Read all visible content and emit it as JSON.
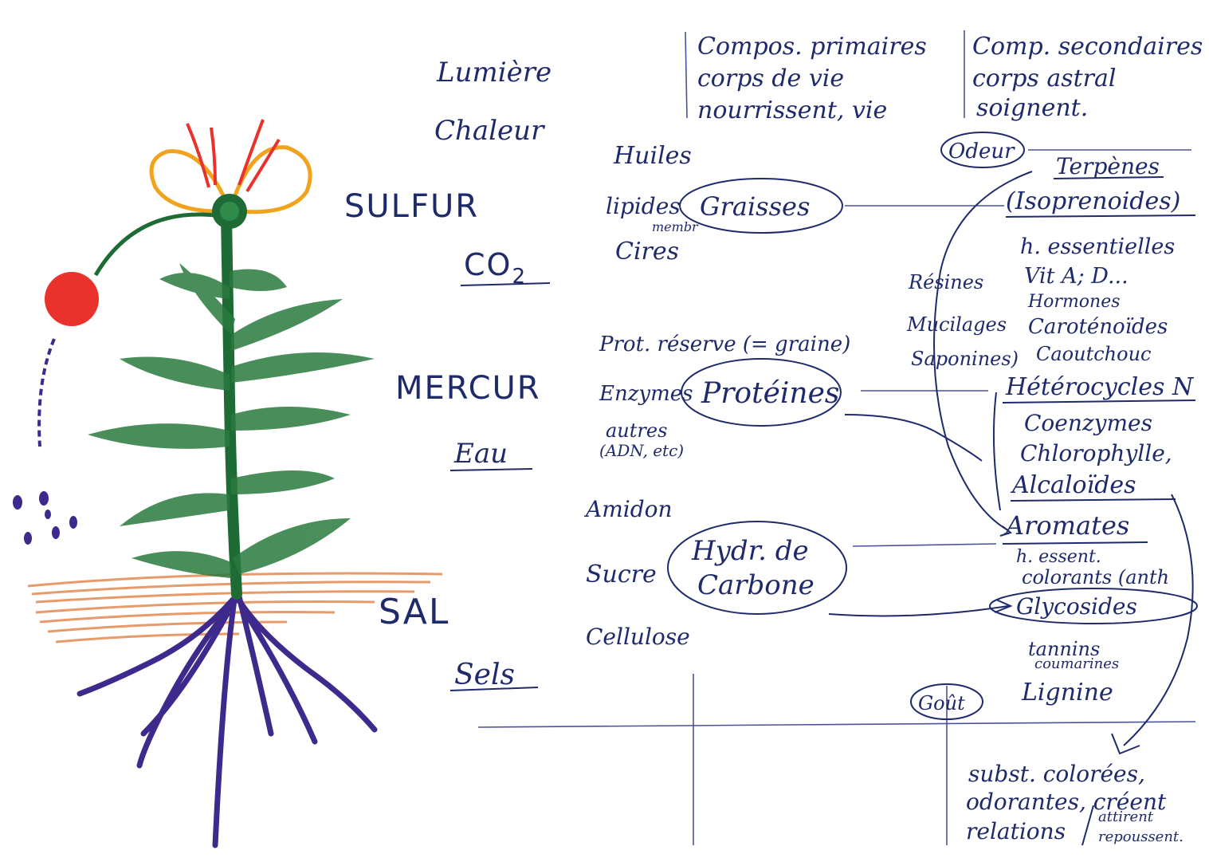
{
  "plant_labels": {
    "lumiere": "Lumière",
    "chaleur": "Chaleur",
    "sulfur": "SULFUR",
    "co2": "CO",
    "co2_sub": "2",
    "mercur": "MERCUR",
    "eau": "Eau",
    "sal": "SAL",
    "sels": "Sels"
  },
  "header": {
    "primaires": [
      "Compos. primaires",
      "corps de vie",
      "nourrissent, vie"
    ],
    "secondaires": [
      "Comp. secondaires",
      "corps astral",
      "soignent."
    ]
  },
  "primary": {
    "graisses": {
      "label": "Graisses",
      "items": [
        "Huiles",
        "lipides",
        "Cires"
      ],
      "note": "membr"
    },
    "proteines": {
      "label": "Protéines",
      "items": [
        "Prot. réserve (= graine)",
        "Enzymes",
        "autres",
        "(ADN, etc)"
      ]
    },
    "hydrates": {
      "label_line1": "Hydr. de",
      "label_line2": "Carbone",
      "items": [
        "Amidon",
        "Sucre",
        "Cellulose"
      ]
    }
  },
  "secondary": {
    "odeur": "Odeur",
    "gout": "Goût",
    "terpenes": "Terpènes",
    "isoprenoides": "(Isoprenoides)",
    "terpene_items": [
      "h. essentielles",
      "Vit A; D...",
      "Hormones",
      "Caroténoïdes",
      "Caoutchouc"
    ],
    "left_items": [
      "Résines",
      "Mucilages",
      "Saponines)"
    ],
    "heterocycles": "Hétérocycles N",
    "hetero_items": [
      "Coenzymes",
      "Chlorophylle,"
    ],
    "alcaloides": "Alcaloïdes",
    "aromates": "Aromates",
    "aromate_items": [
      "h. essent.",
      "colorants (anth"
    ],
    "glycosides": "Glycosides",
    "glyco_items": [
      "tannins",
      "coumarines",
      "Lignine"
    ]
  },
  "footer": {
    "lines": [
      "subst. colorées,",
      "odorantes, créent",
      "relations"
    ],
    "aside": [
      "attirent",
      "repoussent."
    ]
  }
}
